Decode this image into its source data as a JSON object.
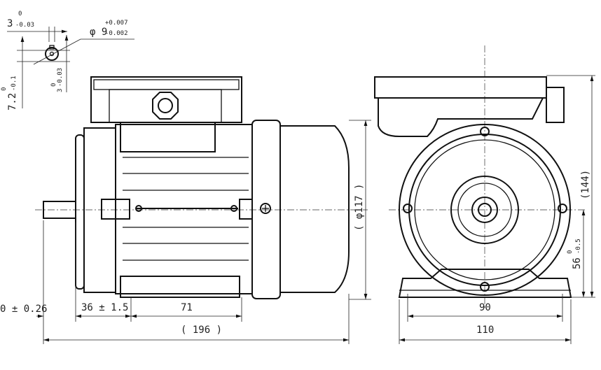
{
  "drawing": {
    "keyway_width": {
      "nominal": "3",
      "upper": "0",
      "lower": "-0.03"
    },
    "shaft_diameter": {
      "nominal": "φ 9",
      "upper": "+0.007",
      "lower": "-0.002"
    },
    "keyway_depth": {
      "nominal": "7.2",
      "upper": "0",
      "lower": "-0.1"
    },
    "key_height": {
      "nominal": "3",
      "upper": "0",
      "lower": "-0.03"
    },
    "shaft_length": "0 ± 0.26",
    "flange_to_foot": "36 ± 1.5",
    "foot_hole_spacing_side": "71",
    "overall_length": "( 196 )",
    "body_diameter": "( φ117 )",
    "foot_hole_spacing_front": "90",
    "foot_width": "110",
    "overall_height": "(144)",
    "shaft_height": {
      "nominal": "56",
      "upper": "0",
      "lower": "-0.5"
    }
  }
}
